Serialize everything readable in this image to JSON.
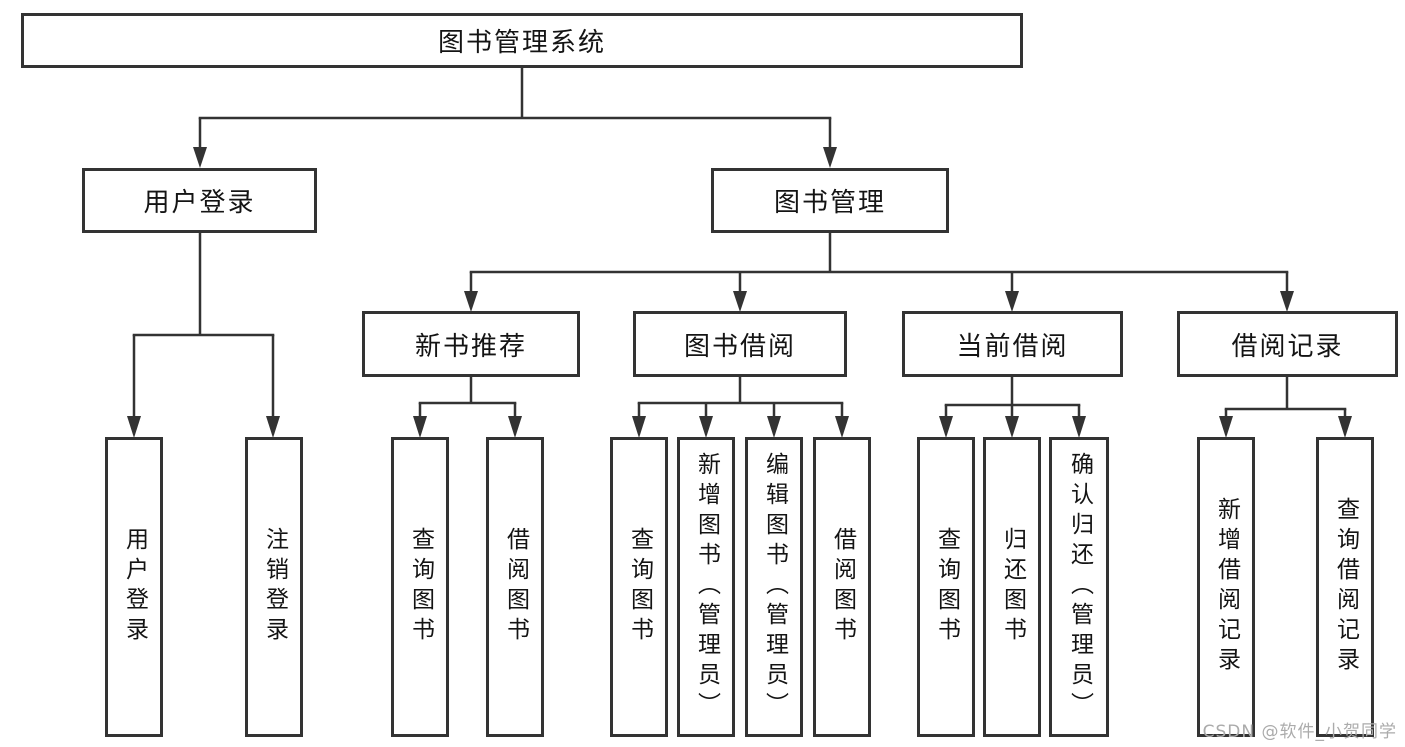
{
  "tree": {
    "root": {
      "label": "图书管理系统",
      "children": [
        {
          "label": "用户登录",
          "children": [
            {
              "label": "用户登录"
            },
            {
              "label": "注销登录"
            }
          ]
        },
        {
          "label": "图书管理",
          "children": [
            {
              "label": "新书推荐",
              "children": [
                {
                  "label": "查询图书"
                },
                {
                  "label": "借阅图书"
                }
              ]
            },
            {
              "label": "图书借阅",
              "children": [
                {
                  "label": "查询图书"
                },
                {
                  "label": "新增图书（管理员）"
                },
                {
                  "label": "编辑图书（管理员）"
                },
                {
                  "label": "借阅图书"
                }
              ]
            },
            {
              "label": "当前借阅",
              "children": [
                {
                  "label": "查询图书"
                },
                {
                  "label": "归还图书"
                },
                {
                  "label": "确认归还（管理员）"
                }
              ]
            },
            {
              "label": "借阅记录",
              "children": [
                {
                  "label": "新增借阅记录"
                },
                {
                  "label": "查询借阅记录"
                }
              ]
            }
          ]
        }
      ]
    }
  },
  "watermark": {
    "text": "CSDN @软件_小贺同学"
  },
  "colors": {
    "line": "#333333",
    "box_border": "#333333",
    "box_fill": "#ffffff",
    "text": "#141414",
    "watermark": "#ababab"
  }
}
